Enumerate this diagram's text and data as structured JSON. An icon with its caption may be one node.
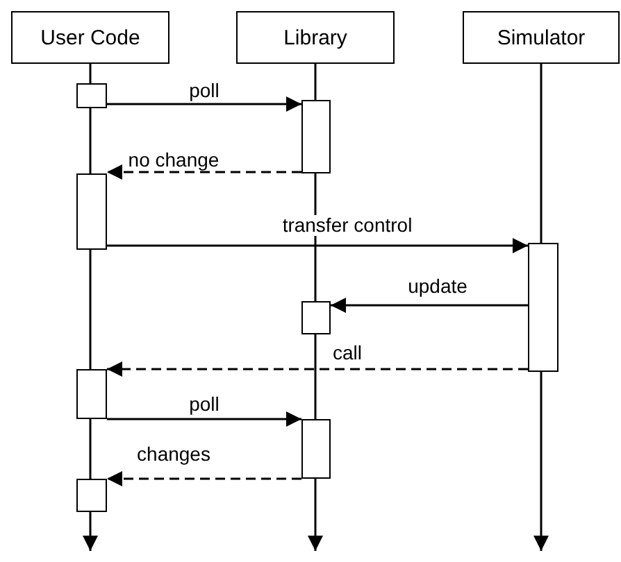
{
  "diagram": {
    "nodes": [
      {
        "text": [
          "User Code"
        ]
      },
      {
        "text": [
          "Library"
        ]
      },
      {
        "text": [
          "Simulator"
        ]
      },
      {
        "text": [],
        "shape": "box"
      },
      {
        "text": [],
        "shape": "box"
      },
      {
        "text": [],
        "shape": "box"
      },
      {
        "text": [],
        "shape": "box"
      },
      {
        "text": [],
        "shape": "box"
      },
      {
        "text": [],
        "shape": "box"
      },
      {
        "text": [],
        "shape": "box"
      },
      {
        "text": [],
        "shape": "box"
      }
    ],
    "edges": [
      {
        "from": 3,
        "to": 4,
        "arrow": "to",
        "label": "poll"
      },
      {
        "from": 4,
        "to": 5,
        "arrow": "to",
        "label": "no change",
        "style": "dashed"
      },
      {
        "from": 5,
        "to": 6,
        "arrow": "to",
        "label": "transfer control"
      },
      {
        "from": 6,
        "to": 7,
        "arrow": "to",
        "label": "update"
      },
      {
        "from": 6,
        "to": 8,
        "arrow": "to",
        "label": "call",
        "style": "dashed"
      },
      {
        "from": 8,
        "to": 9,
        "arrow": "to",
        "label": "poll"
      },
      {
        "from": 9,
        "to": 10,
        "arrow": "to",
        "label": "changes",
        "style": "dashed"
      },
      {
        "from": 0,
        "to": null,
        "arrow": "to"
      },
      {
        "from": 1,
        "to": null,
        "arrow": "to"
      },
      {
        "from": 2,
        "to": null,
        "arrow": "to"
      }
    ]
  }
}
